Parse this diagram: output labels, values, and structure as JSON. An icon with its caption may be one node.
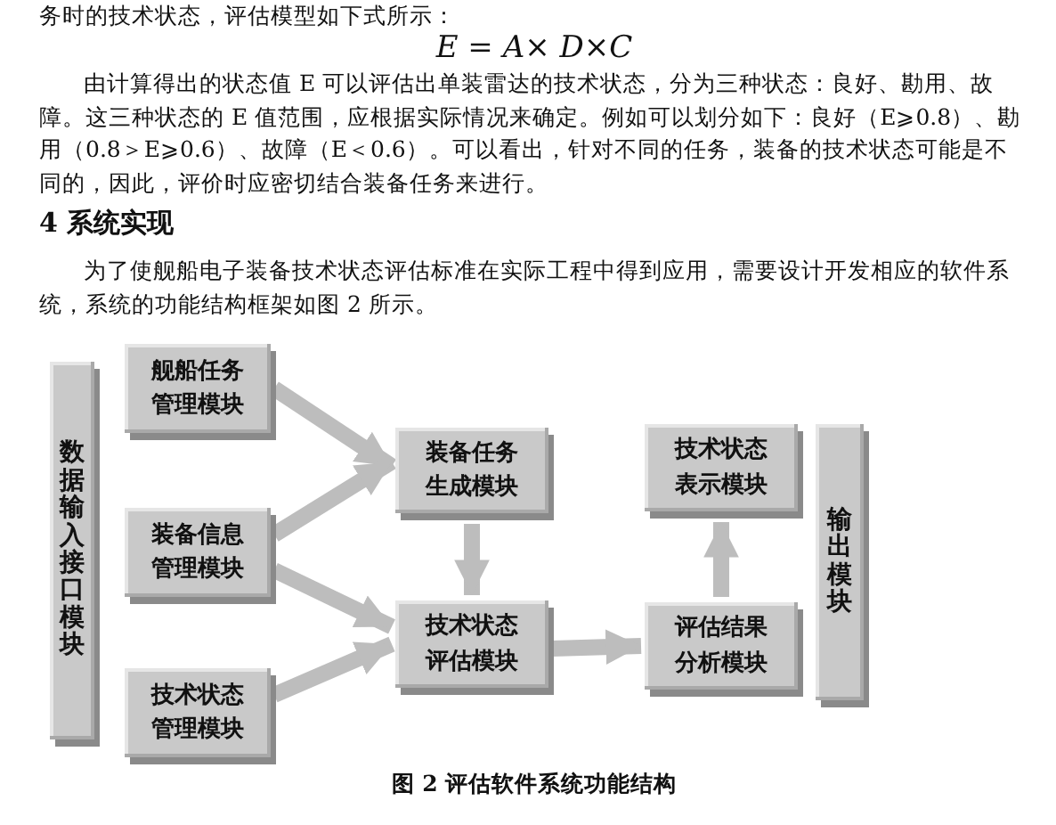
{
  "diagram": {
    "caption": "图 2  评估软件系统功能结构",
    "nodes": [
      {
        "text": [
          "数据输入接口模块"
        ]
      },
      {
        "text": [
          "舰船任务管理模块"
        ]
      },
      {
        "text": [
          "装备信息管理模块"
        ]
      },
      {
        "text": [
          "技术状态管理模块"
        ]
      },
      {
        "text": [
          "装备任务生成模块"
        ]
      },
      {
        "text": [
          "技术状态评估模块"
        ]
      },
      {
        "text": [
          "技术状态表示模块"
        ]
      },
      {
        "text": [
          "评估结果分析模块"
        ]
      },
      {
        "text": [
          "输出模块"
        ]
      }
    ],
    "edges": [
      {
        "from": 1,
        "to": 4,
        "arrow": "to"
      },
      {
        "from": 2,
        "to": 4,
        "arrow": "to"
      },
      {
        "from": 2,
        "to": 5,
        "arrow": "to"
      },
      {
        "from": 3,
        "to": 5,
        "arrow": "to"
      },
      {
        "from": 4,
        "to": 5,
        "arrow": "to"
      },
      {
        "from": 5,
        "to": 7,
        "arrow": "to"
      },
      {
        "from": 7,
        "to": 6,
        "arrow": "to"
      }
    ],
    "labels": [
      "务时的技术状态，评估模型如下式所示：",
      "*E* = *A*× *D*×*C*",
      "由计算得出的状态值 E 可以评估出单装雷达的技术状态，分为三种状态：良好、勘用、故障。这三种状态的 E 值范围，应根据实际情况来确定。例如可以划分如下：良好（E⩾0.8）、勘用（0.8＞E⩾0.6）、故障（E＜0.6）。可以看出，针对不同的任务，装备的技术状态可能是不同的，因此，评价时应密切结合装备任务来进行。",
      "4  系统实现",
      "为了使舰船电子装备技术状态评估标准在实际工程中得到应用，需要设计开发相应的软件系统，系统的功能结构框架如图 2 所示。"
    ]
  }
}
